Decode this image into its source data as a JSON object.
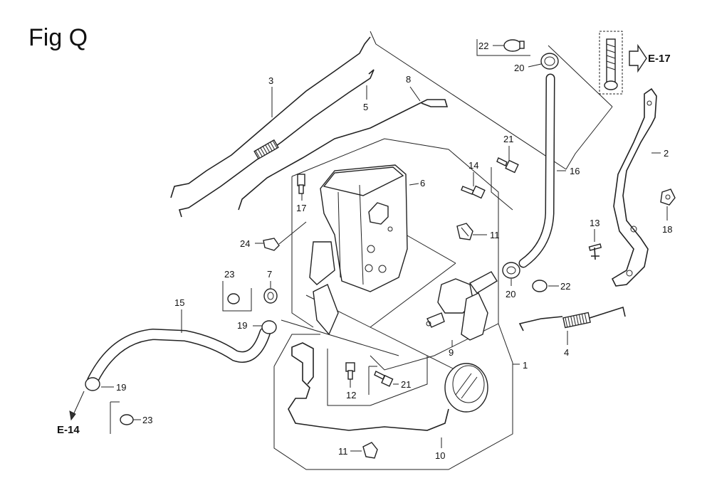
{
  "figure": {
    "title": "Fig Q"
  },
  "references": {
    "e17": "E-17",
    "e14": "E-14"
  },
  "callouts": [
    {
      "id": "c1",
      "text": "1"
    },
    {
      "id": "c2",
      "text": "2"
    },
    {
      "id": "c3",
      "text": "3"
    },
    {
      "id": "c4",
      "text": "4"
    },
    {
      "id": "c5",
      "text": "5"
    },
    {
      "id": "c6",
      "text": "6"
    },
    {
      "id": "c7",
      "text": "7"
    },
    {
      "id": "c8",
      "text": "8"
    },
    {
      "id": "c9",
      "text": "9"
    },
    {
      "id": "c10",
      "text": "10"
    },
    {
      "id": "c11a",
      "text": "11"
    },
    {
      "id": "c11b",
      "text": "11"
    },
    {
      "id": "c12",
      "text": "12"
    },
    {
      "id": "c13",
      "text": "13"
    },
    {
      "id": "c14",
      "text": "14"
    },
    {
      "id": "c15",
      "text": "15"
    },
    {
      "id": "c16",
      "text": "16"
    },
    {
      "id": "c17",
      "text": "17"
    },
    {
      "id": "c18",
      "text": "18"
    },
    {
      "id": "c19a",
      "text": "19"
    },
    {
      "id": "c19b",
      "text": "19"
    },
    {
      "id": "c20a",
      "text": "20"
    },
    {
      "id": "c20b",
      "text": "20"
    },
    {
      "id": "c21a",
      "text": "21"
    },
    {
      "id": "c21b",
      "text": "21"
    },
    {
      "id": "c22a",
      "text": "22"
    },
    {
      "id": "c22b",
      "text": "22"
    },
    {
      "id": "c23a",
      "text": "23"
    },
    {
      "id": "c23b",
      "text": "23"
    },
    {
      "id": "c24",
      "text": "24"
    }
  ]
}
